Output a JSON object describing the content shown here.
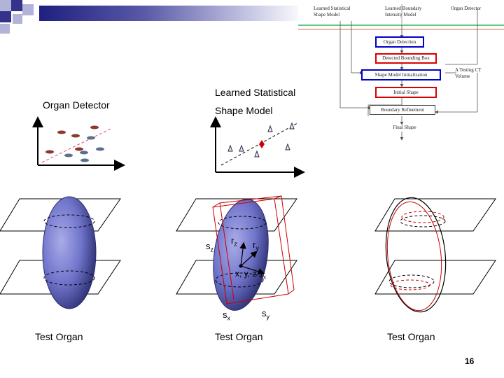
{
  "slide": {
    "page_number": "16",
    "labels": {
      "organ_detector": "Organ Detector",
      "learned_statistical": "Learned Statistical",
      "shape_model": "Shape Model",
      "test_organ_left": "Test Organ",
      "test_organ_middle": "Test Organ",
      "test_organ_right": "Test Organ"
    },
    "pose_params": {
      "s_z": "s",
      "s_z_sub": "z",
      "r_z": "r",
      "r_z_sub": "z",
      "r_y": "r",
      "r_y_sub": "y",
      "xyz": "x, y, z",
      "r_x": "r",
      "r_x_sub": "x",
      "s_x": "s",
      "s_x_sub": "x",
      "s_y": "s",
      "s_y_sub": "y"
    }
  },
  "flowchart": {
    "learned_shape_model": "Learned Statistical\nShape Model",
    "learned_boundary_model": "Learned Boundary\nIntensity Model",
    "organ_detector_top": "Organ Detector",
    "organ_detection": "Organ Detection",
    "detected_bbox": "Detected Bounding Box",
    "shape_model_init": "Shape Model Initialization",
    "testing_ct": "A Testing CT\nVolume",
    "initial_shape": "Initial Shape",
    "boundary_refinement": "Boundary Refinement",
    "final_shape": "Final Shape"
  },
  "colors": {
    "corner_square_dark": "#33338c",
    "corner_square_light": "#b3b3d9",
    "top_bar_start": "#1f1f80",
    "top_bar_end": "#ffffff",
    "organ_fill": "#6f73c9",
    "organ_dark": "#2a2d6e",
    "blue_box": "#0000cc",
    "red_box": "#dd0000",
    "red_outline": "#cc0000",
    "green_line": "#00aa44",
    "brown_ellipse": "#8b3a2a",
    "slate_ellipse": "#5b6e8c",
    "pink_line": "#e0407a"
  }
}
